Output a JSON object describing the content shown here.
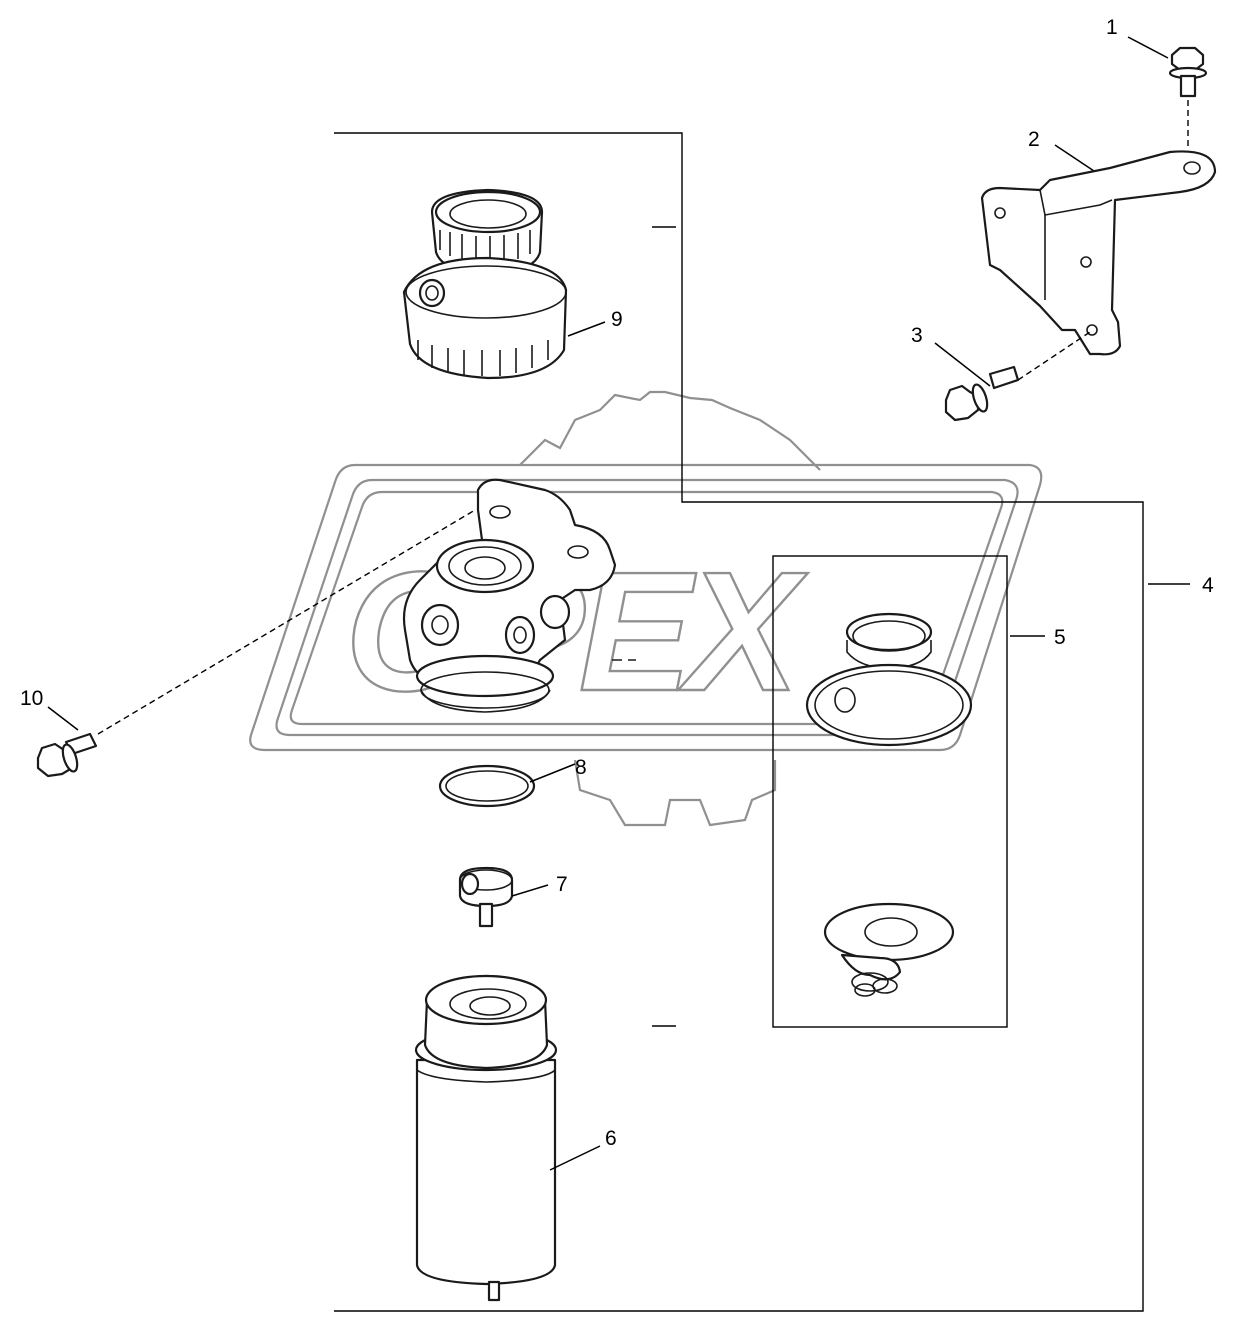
{
  "colors": {
    "line": "#1a1a1a",
    "watermark": "#7d7d7d",
    "background": "#ffffff"
  },
  "watermark": {
    "text": "OPEX"
  },
  "callouts": [
    {
      "id": "1",
      "label": "1"
    },
    {
      "id": "2",
      "label": "2"
    },
    {
      "id": "3",
      "label": "3"
    },
    {
      "id": "4",
      "label": "4"
    },
    {
      "id": "5",
      "label": "5"
    },
    {
      "id": "6",
      "label": "6"
    },
    {
      "id": "7",
      "label": "7"
    },
    {
      "id": "8",
      "label": "8"
    },
    {
      "id": "9",
      "label": "9"
    },
    {
      "id": "10",
      "label": "10"
    }
  ],
  "parts": [
    {
      "callout": "1",
      "icon": "flange-bolt-icon"
    },
    {
      "callout": "2",
      "icon": "mounting-bracket-icon"
    },
    {
      "callout": "3",
      "icon": "flange-bolt-icon"
    },
    {
      "callout": "4",
      "icon": "filter-assembly-frame"
    },
    {
      "callout": "5",
      "icon": "seal-kit-icon"
    },
    {
      "callout": "6",
      "icon": "filter-element-icon"
    },
    {
      "callout": "7",
      "icon": "plug-icon"
    },
    {
      "callout": "8",
      "icon": "o-ring-icon"
    },
    {
      "callout": "9",
      "icon": "bowl-with-knob-icon"
    },
    {
      "callout": "10",
      "icon": "flange-bolt-icon"
    }
  ]
}
